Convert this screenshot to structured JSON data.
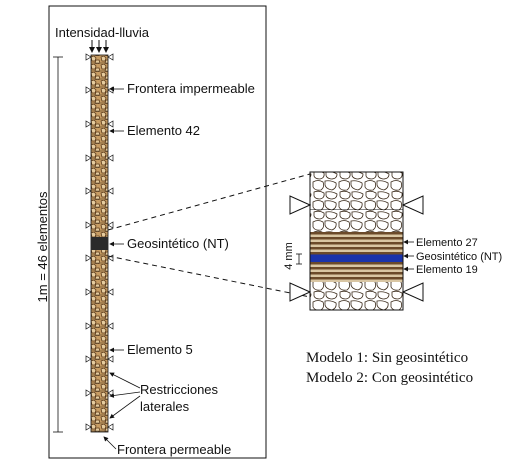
{
  "left_panel": {
    "top_label": "Intensidad-lluvia",
    "axis_label": "1m = 46 elementos",
    "labels": {
      "frontera_impermeable": "Frontera impermeable",
      "elemento_42": "Elemento 42",
      "geosintetico": "Geosintético (NT)",
      "elemento_5": "Elemento 5",
      "restricciones_1": "Restricciones",
      "restricciones_2": "laterales",
      "frontera_permeable": "Frontera permeable"
    }
  },
  "detail": {
    "dimension": "4 mm",
    "elemento_27": "Elemento 27",
    "geosintetico": "Geosintético (NT)",
    "elemento_19": "Elemento 19"
  },
  "models": {
    "model1": "Modelo 1: Sin geosintético",
    "model2": "Modelo 2: Con geosintético"
  },
  "colors": {
    "soil_fill": "#c79c63",
    "geosynthetic_dark": "#2a2a2a",
    "geosynthetic_blue": "#1a33aa"
  }
}
